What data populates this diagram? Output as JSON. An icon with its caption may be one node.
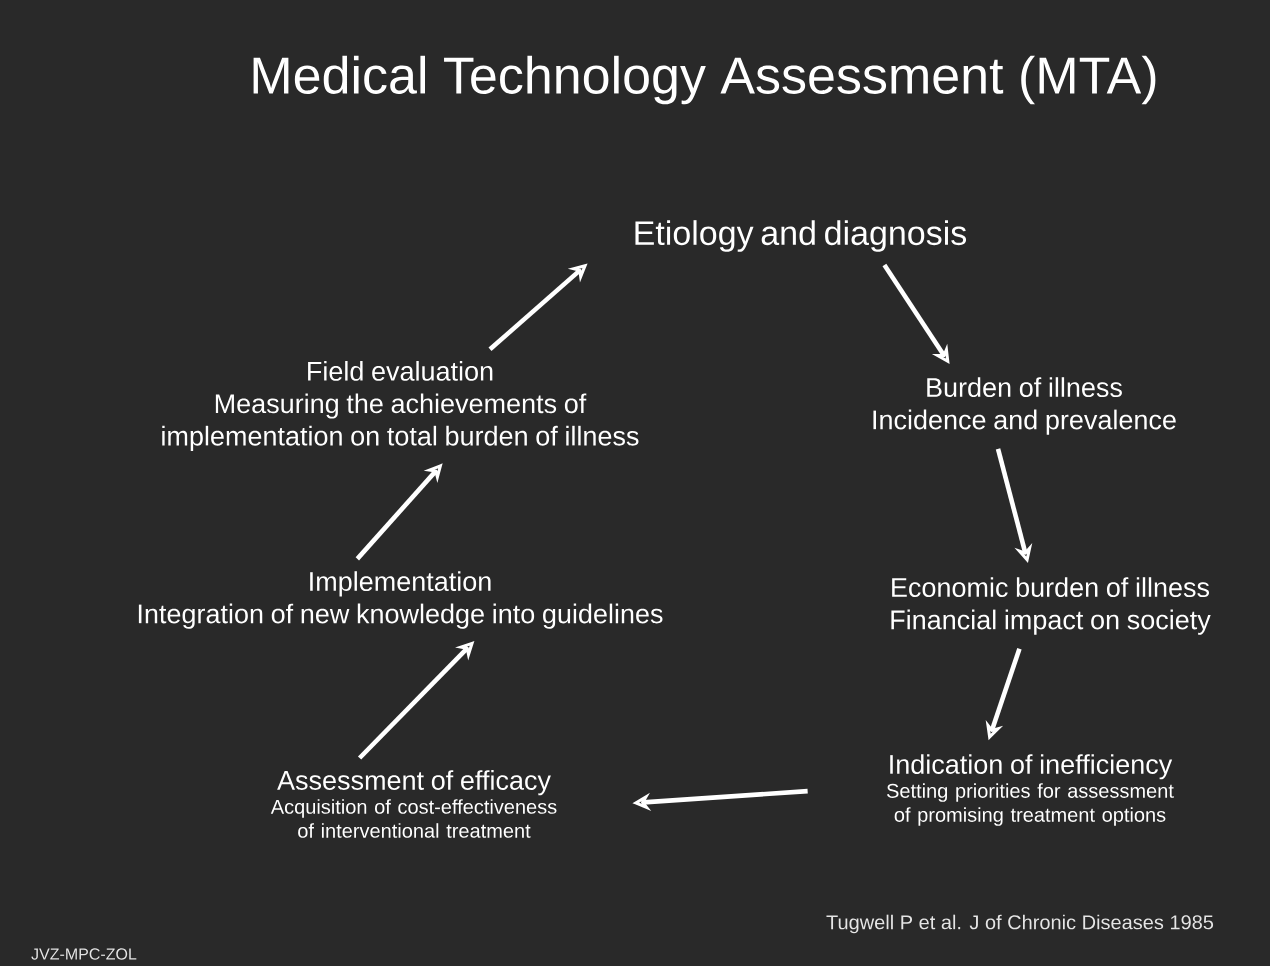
{
  "diagram": {
    "title": "Medical Technology Assessment (MTA)",
    "nodes": [
      {
        "text": [
          "Etiology and diagnosis"
        ]
      },
      {
        "text": [
          "Burden of illness",
          "Incidence and prevalence"
        ]
      },
      {
        "text": [
          "Economic burden of illness",
          "Financial impact on society"
        ]
      },
      {
        "text": [
          "Indication of inefficiency",
          "Setting priorities for assessment of promising treatment options"
        ]
      },
      {
        "text": [
          "Assessment of efficacy",
          "Acquisition of cost-effectiveness of interventional treatment"
        ]
      },
      {
        "text": [
          "Implementation",
          "Integration of new knowledge into guidelines"
        ]
      },
      {
        "text": [
          "Field evaluation",
          "Measuring the achievements of implementation on total burden of illness"
        ]
      }
    ],
    "edges": [
      {
        "from": 0,
        "to": 1,
        "arrow": "to"
      },
      {
        "from": 1,
        "to": 2,
        "arrow": "to"
      },
      {
        "from": 2,
        "to": 3,
        "arrow": "to"
      },
      {
        "from": 3,
        "to": 4,
        "arrow": "to"
      },
      {
        "from": 4,
        "to": 5,
        "arrow": "to"
      },
      {
        "from": 5,
        "to": 6,
        "arrow": "to"
      },
      {
        "from": 6,
        "to": 0,
        "arrow": "to"
      }
    ],
    "labels": [
      "Tugwell P et al. J of Chronic Diseases 1985",
      "JVZ-MPC-ZOL"
    ]
  }
}
